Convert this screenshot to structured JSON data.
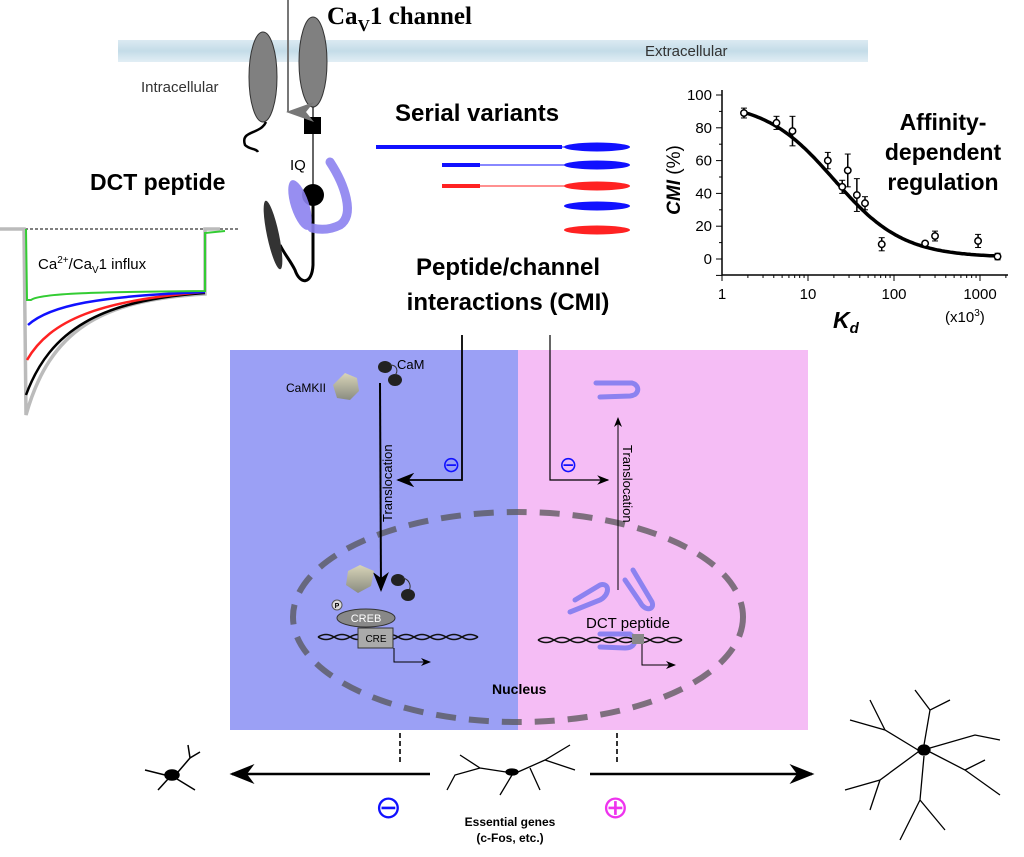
{
  "labels": {
    "channel_main": "Ca",
    "channel_sub": "V",
    "channel_rest": "1 channel",
    "extracellular": "Extracellular",
    "intracellular": "Intracellular",
    "iq": "IQ",
    "dct_peptide": "DCT peptide",
    "serial_variants": "Serial variants",
    "cmi_line1": "Peptide/channel",
    "cmi_line2": "interactions (CMI)",
    "influx_ca": "Ca",
    "influx_sup": "2+",
    "influx_mid": "/Ca",
    "influx_sub": "V",
    "influx_rest": "1 influx",
    "camkii": "CaMKII",
    "cam": "CaM",
    "translocation_left": "Translocation",
    "translocation_right": "Translocation",
    "creb": "CREB",
    "cre": "CRE",
    "phospho": "P",
    "dct_peptide_nucleus": "DCT peptide",
    "nucleus": "Nucleus",
    "minus_symbol": "⊖",
    "plus_symbol": "⊕",
    "essential_genes_1": "Essential genes",
    "essential_genes_2": "(c-Fos, etc.)"
  },
  "colors": {
    "blue_panel": "#9ba0f5",
    "pink_panel": "#f5bdf5",
    "blue": "#1a1aff",
    "red": "#ff2020",
    "green": "#33cc33",
    "magenta": "#ee33ee",
    "peptide": "#8c82f0"
  },
  "chart_data": {
    "type": "scatter",
    "title": "",
    "annotation": [
      "Affinity-",
      "dependent",
      "regulation"
    ],
    "xlabel": "K",
    "xlabel_sub": "d",
    "x_unit": "(x10",
    "x_unit_sup": "3",
    "x_unit_close": ")",
    "ylabel": "CMI",
    "ylabel_unit": "(%)",
    "x_scale": "log",
    "xlim": [
      1,
      2000
    ],
    "ylim": [
      -10,
      100
    ],
    "x_ticks": [
      "1",
      "10",
      "100",
      "1000"
    ],
    "y_ticks": [
      "0",
      "20",
      "40",
      "60",
      "80",
      "100"
    ],
    "points": [
      {
        "x": 1.8,
        "y": 89,
        "err": 3
      },
      {
        "x": 4.3,
        "y": 83,
        "err": 4
      },
      {
        "x": 6.6,
        "y": 78,
        "err": 9
      },
      {
        "x": 17,
        "y": 60,
        "err": 5
      },
      {
        "x": 25,
        "y": 44,
        "err": 4
      },
      {
        "x": 29,
        "y": 54,
        "err": 10
      },
      {
        "x": 37,
        "y": 39,
        "err": 10
      },
      {
        "x": 46,
        "y": 34,
        "err": 4
      },
      {
        "x": 72,
        "y": 9,
        "err": 4
      },
      {
        "x": 230,
        "y": 9.5,
        "err": 1
      },
      {
        "x": 300,
        "y": 14,
        "err": 3
      },
      {
        "x": 950,
        "y": 11,
        "err": 4
      },
      {
        "x": 1600,
        "y": 1.5,
        "err": 2
      }
    ],
    "fit": "sigmoid",
    "grid": false
  }
}
